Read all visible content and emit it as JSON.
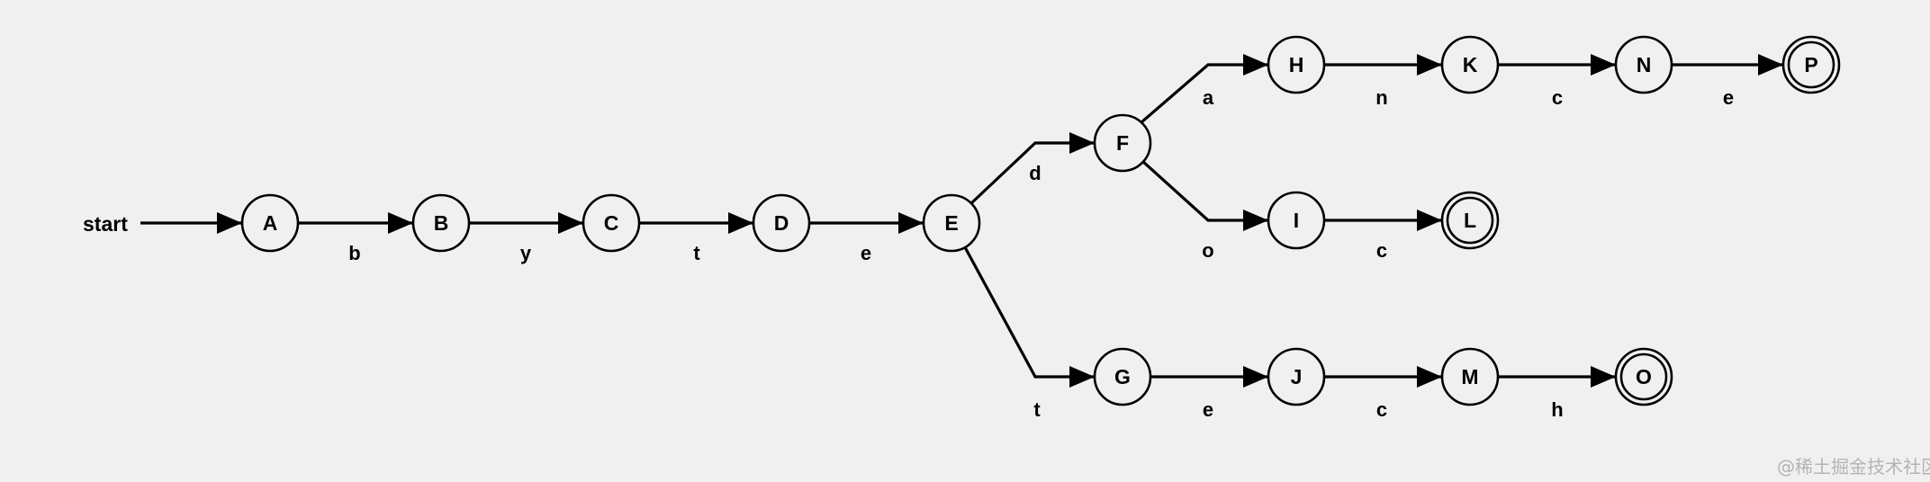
{
  "start_label": "start",
  "watermark": "@稀土掘金技术社区",
  "states": [
    {
      "id": "A",
      "label": "A",
      "accepting": false
    },
    {
      "id": "B",
      "label": "B",
      "accepting": false
    },
    {
      "id": "C",
      "label": "C",
      "accepting": false
    },
    {
      "id": "D",
      "label": "D",
      "accepting": false
    },
    {
      "id": "E",
      "label": "E",
      "accepting": false
    },
    {
      "id": "F",
      "label": "F",
      "accepting": false
    },
    {
      "id": "G",
      "label": "G",
      "accepting": false
    },
    {
      "id": "H",
      "label": "H",
      "accepting": false
    },
    {
      "id": "I",
      "label": "I",
      "accepting": false
    },
    {
      "id": "J",
      "label": "J",
      "accepting": false
    },
    {
      "id": "K",
      "label": "K",
      "accepting": false
    },
    {
      "id": "L",
      "label": "L",
      "accepting": true
    },
    {
      "id": "M",
      "label": "M",
      "accepting": false
    },
    {
      "id": "N",
      "label": "N",
      "accepting": false
    },
    {
      "id": "O",
      "label": "O",
      "accepting": true
    },
    {
      "id": "P",
      "label": "P",
      "accepting": true
    }
  ],
  "transitions": [
    {
      "from": "A",
      "to": "B",
      "label": "b"
    },
    {
      "from": "B",
      "to": "C",
      "label": "y"
    },
    {
      "from": "C",
      "to": "D",
      "label": "t"
    },
    {
      "from": "D",
      "to": "E",
      "label": "e"
    },
    {
      "from": "E",
      "to": "F",
      "label": "d"
    },
    {
      "from": "E",
      "to": "G",
      "label": "t"
    },
    {
      "from": "F",
      "to": "H",
      "label": "a"
    },
    {
      "from": "F",
      "to": "I",
      "label": "o"
    },
    {
      "from": "H",
      "to": "K",
      "label": "n"
    },
    {
      "from": "K",
      "to": "N",
      "label": "c"
    },
    {
      "from": "N",
      "to": "P",
      "label": "e"
    },
    {
      "from": "I",
      "to": "L",
      "label": "c"
    },
    {
      "from": "G",
      "to": "J",
      "label": "e"
    },
    {
      "from": "J",
      "to": "M",
      "label": "c"
    },
    {
      "from": "M",
      "to": "O",
      "label": "h"
    }
  ]
}
